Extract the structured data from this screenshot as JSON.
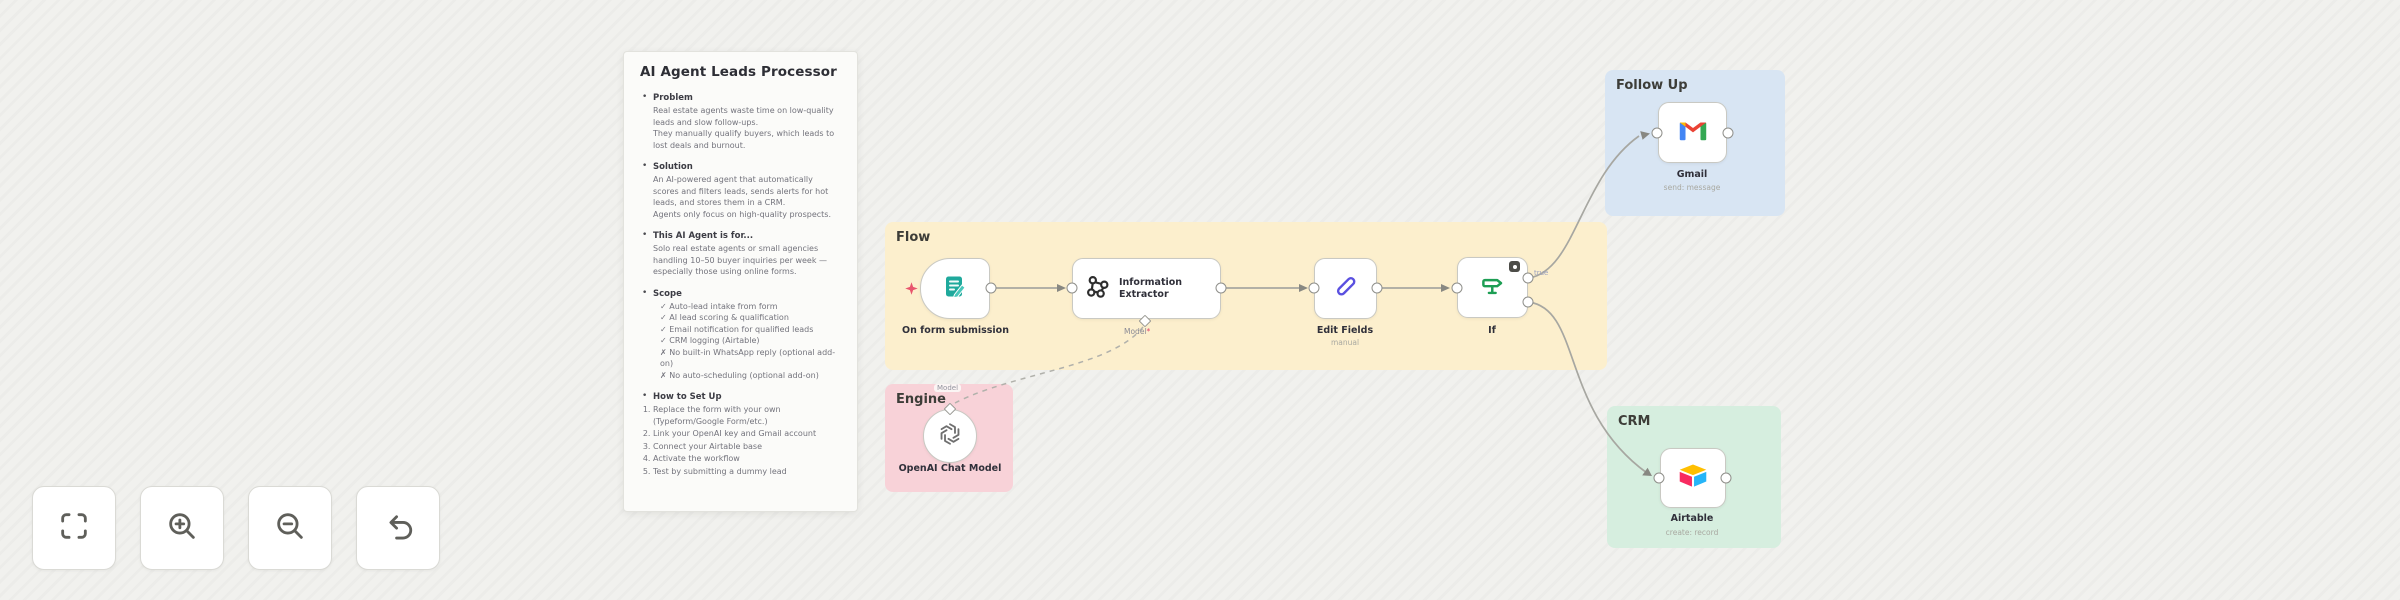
{
  "sticky": {
    "title": "AI Agent Leads Processor",
    "sections": {
      "problem": {
        "header": "Problem",
        "p": [
          "Real estate agents waste time on low-quality leads and slow follow-ups.",
          "They manually qualify buyers, which leads to lost deals and burnout."
        ]
      },
      "solution": {
        "header": "Solution",
        "p": [
          "An AI-powered agent that automatically scores and filters leads, sends alerts for hot leads, and stores them in a CRM.",
          "Agents only focus on high-quality prospects."
        ]
      },
      "audience": {
        "header": "This AI Agent is for...",
        "p": [
          "Solo real estate agents or small agencies handling 10–50 buyer inquiries per week — especially those using online forms."
        ]
      },
      "scope": {
        "header": "Scope",
        "items": [
          "✓ Auto-lead intake from form",
          "✓ AI lead scoring & qualification",
          "✓ Email notification for qualified leads",
          "✓ CRM logging (Airtable)",
          "✗ No built-in WhatsApp reply (optional add-on)",
          "✗ No auto-scheduling (optional add-on)"
        ]
      },
      "setup": {
        "header": "How to Set Up",
        "steps": [
          "Replace the form with your own (Typeform/Google Form/etc.)",
          "Link your OpenAI key and Gmail account",
          "Connect your Airtable base",
          "Activate the workflow",
          "Test by submitting a dummy lead"
        ]
      }
    }
  },
  "groups": {
    "flow": "Flow",
    "engine": "Engine",
    "follow_up": "Follow Up",
    "crm": "CRM"
  },
  "nodes": {
    "on_form_submission": {
      "label": "On form submission"
    },
    "information_extractor": {
      "label": "Information Extractor",
      "model_port_label": "Model",
      "required_mark": "*"
    },
    "edit_fields": {
      "label": "Edit Fields",
      "subtitle": "manual"
    },
    "if": {
      "label": "If",
      "true_output_label": "true"
    },
    "openai_chat_model": {
      "label": "OpenAI Chat Model",
      "connection_label": "Model"
    },
    "gmail": {
      "label": "Gmail",
      "subtitle": "send: message"
    },
    "airtable": {
      "label": "Airtable",
      "subtitle": "create: record"
    }
  },
  "controls": {
    "fit_view_icon": "fit-view-icon",
    "zoom_in_icon": "zoom-in-icon",
    "zoom_out_icon": "zoom-out-icon",
    "undo_icon": "undo-icon"
  },
  "colors": {
    "flow_group_bg": "#fcefcd",
    "engine_group_bg": "#f8d2d8",
    "follow_up_group_bg": "#d8e5f3",
    "crm_group_bg": "#d6eedf",
    "trigger_accent": "#e8556d",
    "form_icon": "#1fa99c",
    "edit_fields_icon": "#5a50e0",
    "if_icon": "#1d9e54",
    "openai_icon": "#6f6f6f",
    "gmail_red": "#EA4335",
    "gmail_blue": "#4285F4",
    "gmail_green": "#34A853",
    "airtable_yellow": "#FFBF00",
    "airtable_blue": "#26B5F8",
    "airtable_red": "#F82B60"
  }
}
